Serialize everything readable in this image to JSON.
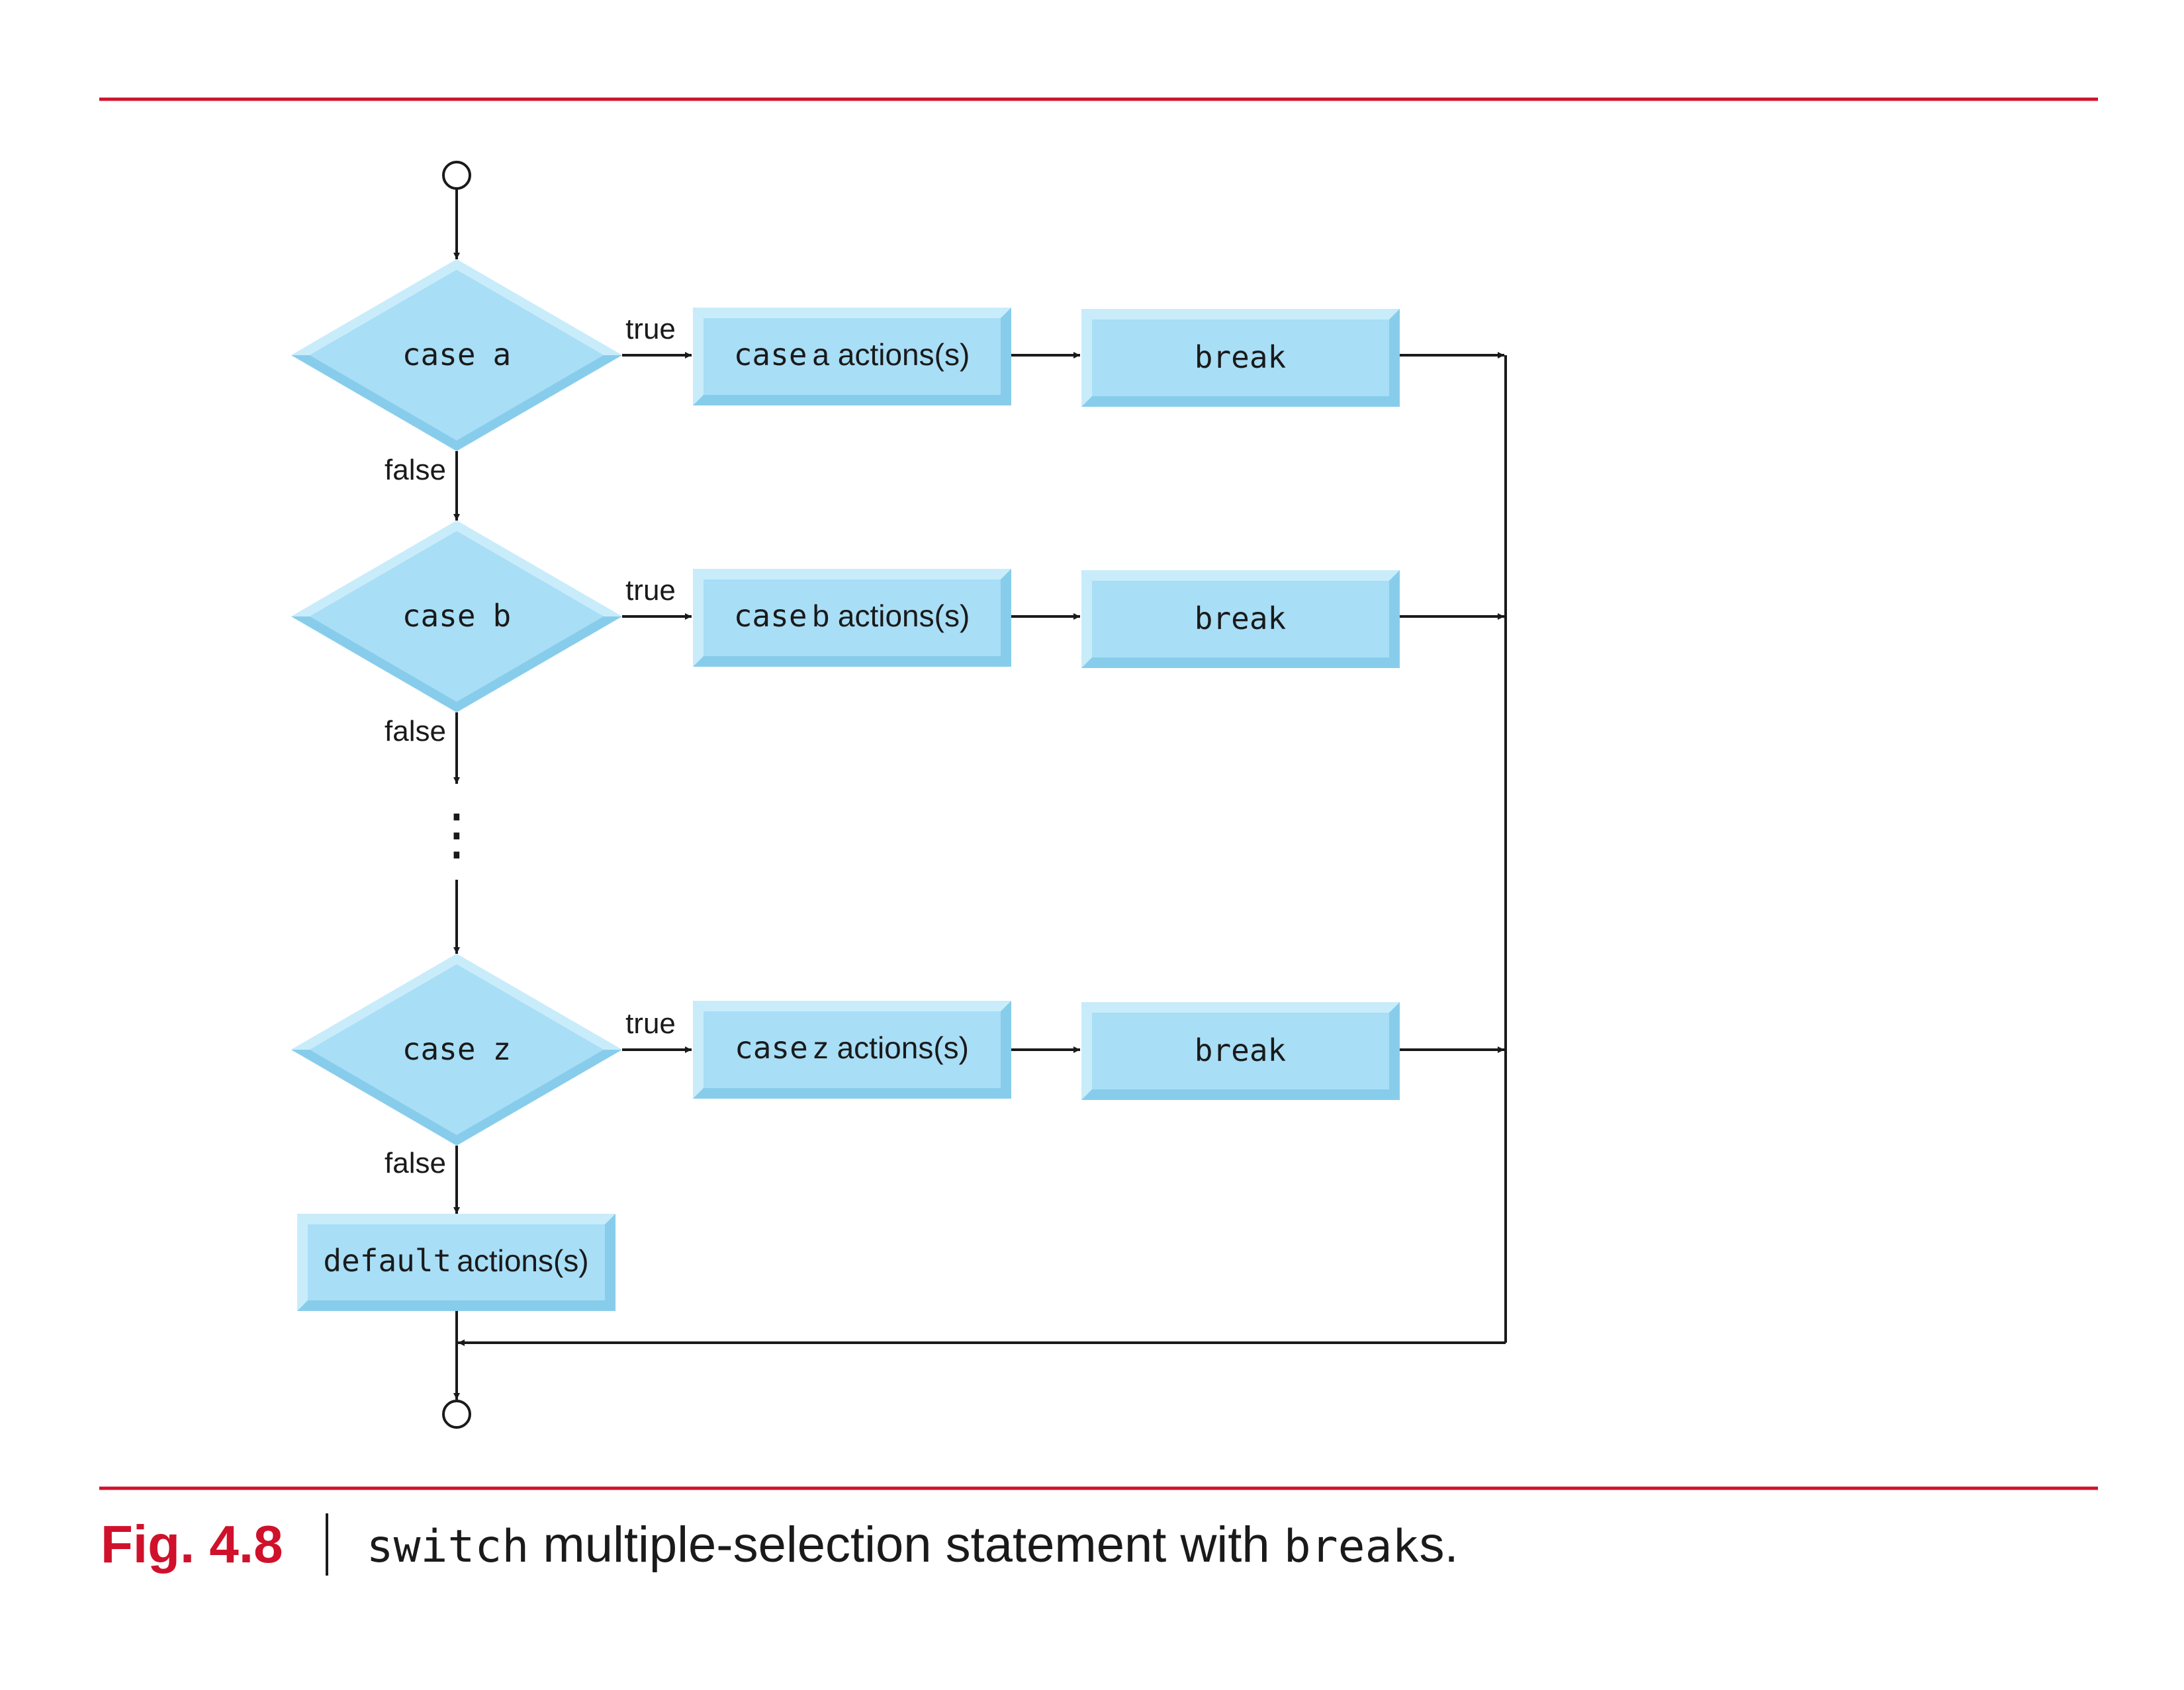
{
  "colors": {
    "rule": "#d0112b",
    "shape_face": "#a8def6",
    "shape_light": "#c9ecfb",
    "shape_dark": "#87cdeb",
    "line": "#1a1a1a",
    "fig_label": "#d0112b"
  },
  "diagram": {
    "cases": [
      {
        "keyword": "case",
        "value": "a",
        "true_label": "true",
        "false_label": "false",
        "action_keyword": "case",
        "action_text": "a actions(s)",
        "break_label": "break"
      },
      {
        "keyword": "case",
        "value": "b",
        "true_label": "true",
        "false_label": "false",
        "action_keyword": "case",
        "action_text": "b actions(s)",
        "break_label": "break"
      },
      {
        "keyword": "case",
        "value": "z",
        "true_label": "true",
        "false_label": "false",
        "action_keyword": "case",
        "action_text": "z actions(s)",
        "break_label": "break"
      }
    ],
    "ellipsis": "⋮",
    "default_keyword": "default",
    "default_text": "actions(s)"
  },
  "caption": {
    "fig_label": "Fig. 4.8",
    "keyword1": "switch",
    "text1": " multiple-selection statement with ",
    "keyword2": "break",
    "text2": "s."
  }
}
